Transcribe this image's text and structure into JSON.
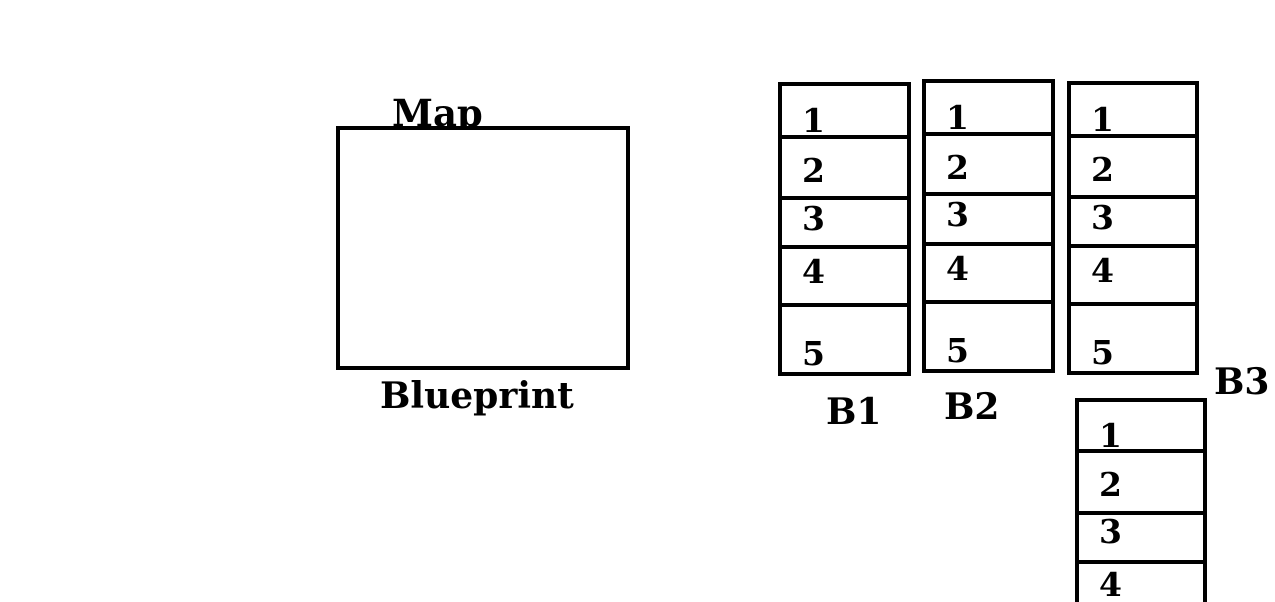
{
  "map_label": "Map",
  "blueprint_label": "Blueprint",
  "columns": [
    {
      "name": "B1",
      "rows": [
        "1",
        "2",
        "3",
        "4",
        "5"
      ]
    },
    {
      "name": "B2",
      "rows": [
        "1",
        "2",
        "3",
        "4",
        "5"
      ]
    },
    {
      "name": "B3",
      "rows": [
        "1",
        "2",
        "3",
        "4",
        "5"
      ]
    },
    {
      "name": "",
      "rows": [
        "1",
        "2",
        "3",
        "4"
      ]
    }
  ]
}
